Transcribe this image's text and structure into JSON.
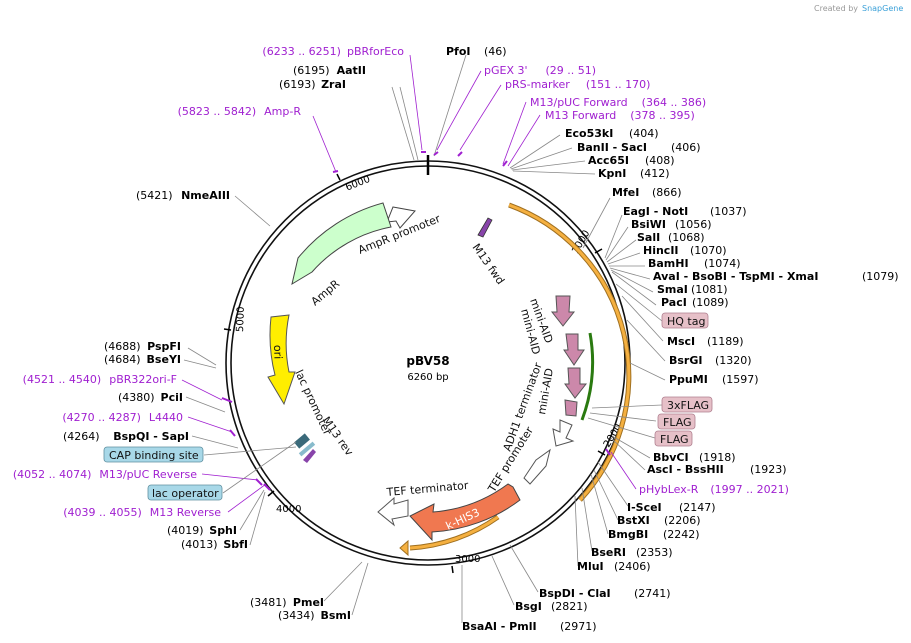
{
  "credit": {
    "prefix": "Created by",
    "brand": "SnapGene"
  },
  "plasmid": {
    "name": "pBV58",
    "length": "6260 bp"
  },
  "ticks": [
    "1000",
    "2000",
    "3000",
    "4000",
    "5000",
    "6000"
  ],
  "enzymes_right": [
    {
      "name": "PfoI",
      "pos": "(46)"
    },
    {
      "name": "Eco53kI",
      "pos": "(404)"
    },
    {
      "name": "BanII - SacI",
      "pos": "(406)"
    },
    {
      "name": "Acc65I",
      "pos": "(408)"
    },
    {
      "name": "KpnI",
      "pos": "(412)"
    },
    {
      "name": "MfeI",
      "pos": "(866)"
    },
    {
      "name": "EagI - NotI",
      "pos": "(1037)"
    },
    {
      "name": "BsiWI",
      "pos": "(1056)"
    },
    {
      "name": "SalI",
      "pos": "(1068)"
    },
    {
      "name": "HincII",
      "pos": "(1070)"
    },
    {
      "name": "BamHI",
      "pos": "(1074)"
    },
    {
      "name": "AvaI - BsoBI - TspMI - XmaI",
      "pos": "(1079)"
    },
    {
      "name": "SmaI",
      "pos": "(1081)"
    },
    {
      "name": "PacI",
      "pos": "(1089)"
    },
    {
      "name": "MscI",
      "pos": "(1189)"
    },
    {
      "name": "BsrGI",
      "pos": "(1320)"
    },
    {
      "name": "PpuMI",
      "pos": "(1597)"
    },
    {
      "name": "BbvCI",
      "pos": "(1918)"
    },
    {
      "name": "AscI - BssHII",
      "pos": "(1923)"
    },
    {
      "name": "I-SceI",
      "pos": "(2147)"
    },
    {
      "name": "BstXI",
      "pos": "(2206)"
    },
    {
      "name": "BmgBI",
      "pos": "(2242)"
    },
    {
      "name": "BseRI",
      "pos": "(2353)"
    },
    {
      "name": "MluI",
      "pos": "(2406)"
    },
    {
      "name": "BspDI - ClaI",
      "pos": "(2741)"
    },
    {
      "name": "BsgI",
      "pos": "(2821)"
    },
    {
      "name": "BsaAI - PmlI",
      "pos": "(2971)"
    }
  ],
  "enzymes_left": [
    {
      "name": "AatII",
      "pos": "(6195)"
    },
    {
      "name": "ZraI",
      "pos": "(6193)"
    },
    {
      "name": "NmeAIII",
      "pos": "(5421)"
    },
    {
      "name": "PspFI",
      "pos": "(4688)"
    },
    {
      "name": "BseYI",
      "pos": "(4684)"
    },
    {
      "name": "PciI",
      "pos": "(4380)"
    },
    {
      "name": "BspQI - SapI",
      "pos": "(4264)"
    },
    {
      "name": "SphI",
      "pos": "(4019)"
    },
    {
      "name": "SbfI",
      "pos": "(4013)"
    },
    {
      "name": "PmeI",
      "pos": "(3481)"
    },
    {
      "name": "BsmI",
      "pos": "(3434)"
    }
  ],
  "primers": [
    {
      "name": "pBRforEco",
      "range": "(6233 .. 6251)"
    },
    {
      "name": "pGEX 3'",
      "range": "(29 .. 51)"
    },
    {
      "name": "pRS-marker",
      "range": "(151 .. 170)"
    },
    {
      "name": "M13/pUC Forward",
      "range": "(364 .. 386)"
    },
    {
      "name": "M13 Forward",
      "range": "(378 .. 395)"
    },
    {
      "name": "Amp-R",
      "range": "(5823 .. 5842)"
    },
    {
      "name": "pBR322ori-F",
      "range": "(4521 .. 4540)"
    },
    {
      "name": "L4440",
      "range": "(4270 .. 4287)"
    },
    {
      "name": "M13/pUC Reverse",
      "range": "(4052 .. 4074)"
    },
    {
      "name": "M13 Reverse",
      "range": "(4039 .. 4055)"
    },
    {
      "name": "pHybLex-R",
      "range": "(1997 .. 2021)"
    }
  ],
  "boxed_features": {
    "hq_tag": "HQ tag",
    "flag3x": "3xFLAG",
    "flag1": "FLAG",
    "flag2": "FLAG",
    "cap": "CAP binding site",
    "lac_operator": "lac operator"
  },
  "inner_features": {
    "ampr_promoter": "AmpR promoter",
    "ampr": "AmpR",
    "ori": "ori",
    "lac_promoter": "lac promoter",
    "m13_rev": "M13 rev",
    "m13_fwd": "M13 fwd",
    "mini_aid_1": "mini-AID",
    "mini_aid_2": "mini-AID",
    "mini_aid_3": "mini-AID",
    "adh1_terminator": "ADH1 terminator",
    "tef_promoter": "TEF promoter",
    "k_his3": "k-HIS3",
    "tef_terminator": "TEF terminator"
  },
  "colors": {
    "primer": "#a020d0",
    "ampr": "#ccffcc",
    "ori": "#ffee00",
    "his3": "#f07850",
    "mini_aid": "#cc88aa",
    "orange_arc": "#f0a030",
    "green_arc": "#44aa22",
    "feature_box_pink": "#e6c0c8",
    "feature_box_blue": "#a8d8e8"
  }
}
